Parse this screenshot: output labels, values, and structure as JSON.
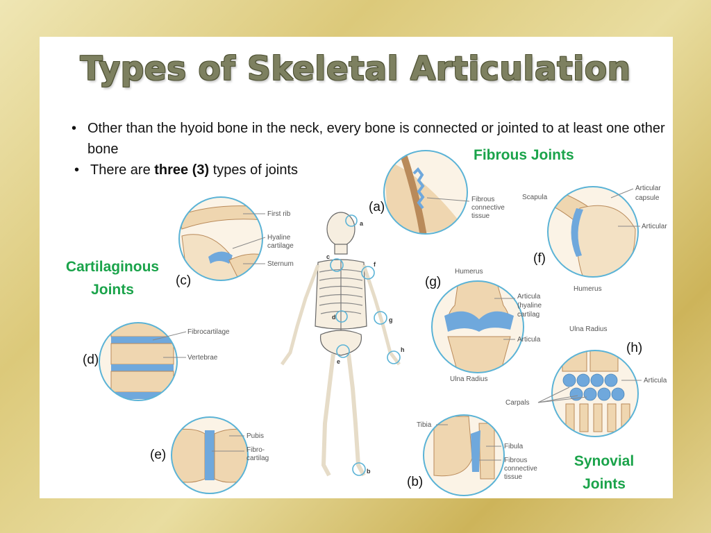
{
  "title": "Types of Skeletal Articulation",
  "bullets": [
    {
      "pre": "Other than the hyoid bone in the neck, every bone is connected or jointed to at least one other bone",
      "bold": "",
      "post": ""
    },
    {
      "pre": "There are ",
      "bold": "three (3)",
      "post": " types of joints"
    }
  ],
  "sections": {
    "fibrous": "Fibrous Joints",
    "cartilaginous": [
      "Cartilaginous",
      "Joints"
    ],
    "synovial": [
      "Synovial",
      "Joints"
    ]
  },
  "panel_letters": {
    "a": "(a)",
    "b": "(b)",
    "c": "(c)",
    "d": "(d)",
    "e": "(e)",
    "f": "(f)",
    "g": "(g)",
    "h": "(h)"
  },
  "skeleton_markers": {
    "a": "a",
    "b": "b",
    "c": "c",
    "d": "d",
    "e": "e",
    "f": "f",
    "g": "g",
    "h": "h"
  },
  "callouts": {
    "a": [
      "Fibrous",
      "connective",
      "tissue"
    ],
    "c": [
      "First rib",
      "Hyaline",
      "cartilage",
      "Sternum"
    ],
    "d": [
      "Fibrocartilage",
      "Vertebrae"
    ],
    "e": [
      "Pubis",
      "Fibro-",
      "cartilag"
    ],
    "b": [
      "Tibia",
      "Fibula",
      "Fibrous",
      "connective",
      "tissue"
    ],
    "f": [
      "Scapula",
      "Articular",
      "capsule",
      "Articular",
      "Humerus"
    ],
    "g": [
      "Humerus",
      "Articula",
      "(hyaline",
      "cartilag",
      "Articula",
      "Ulna Radius"
    ],
    "h": [
      "Ulna Radius",
      "Articula",
      "Carpals"
    ]
  },
  "colors": {
    "green": "#1aa34a",
    "title": "#7d8060",
    "joint_blue": "#6fa8dc",
    "bone": "#f1dfc0"
  }
}
